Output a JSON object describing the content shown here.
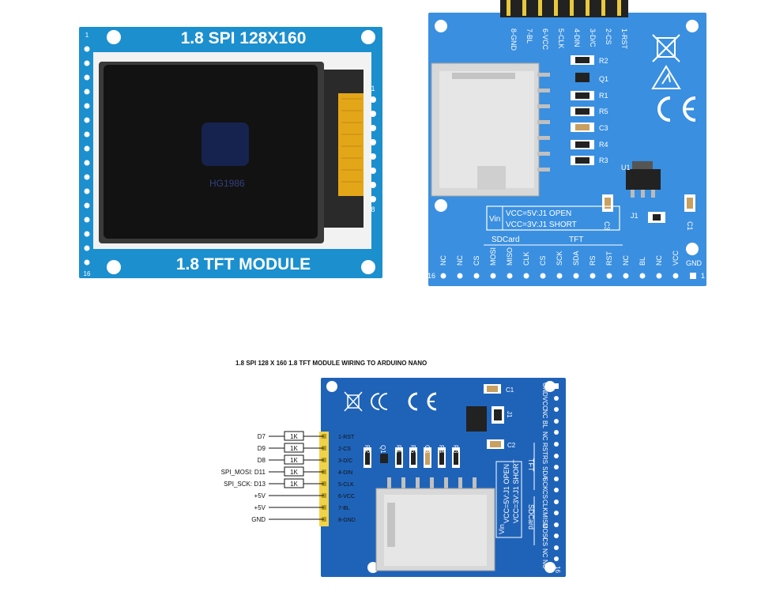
{
  "front_module": {
    "top_title": "1.8 SPI 128X160",
    "bottom_title": "1.8 TFT MODULE",
    "pin1_label": "1",
    "pin8_label": "8",
    "left_pin1": "1",
    "left_pin16": "16",
    "watermark": "HG1986"
  },
  "back_module": {
    "header_pins": [
      "8-GND",
      "7-BL",
      "6-VCC",
      "5-CLK",
      "4-DIN",
      "3-D/C",
      "2-CS",
      "1-RST"
    ],
    "components": [
      "R2",
      "Q1",
      "R1",
      "R5",
      "C3",
      "R4",
      "R3",
      "U1",
      "J1",
      "C3",
      "C1"
    ],
    "jumper_note_vin": "Vin",
    "jumper_note_5v": "VCC=5V:J1 OPEN",
    "jumper_note_3v": "VCC=3V:J1 SHORT",
    "group_sdcard": "SDCard",
    "group_tft": "TFT",
    "bottom_pins": [
      "NC",
      "NC",
      "CS",
      "MOSI",
      "MISO",
      "CLK",
      "CS",
      "SCK",
      "SDA",
      "RS",
      "RST",
      "NC",
      "BL",
      "NC",
      "VCC",
      "GND"
    ],
    "pin16": "16",
    "pin1": "1"
  },
  "wiring": {
    "title": "1.8 SPI 128 X 160  1.8 TFT MODULE WIRING TO ARDUINO NANO",
    "rows": [
      {
        "arduino": "D7",
        "resistor": "1K",
        "pin": "1-RST"
      },
      {
        "arduino": "D9",
        "resistor": "1K",
        "pin": "2-CS"
      },
      {
        "arduino": "D8",
        "resistor": "1K",
        "pin": "3-D/C"
      },
      {
        "arduino": "SPI_MOSI: D11",
        "resistor": "1K",
        "pin": "4-DIN"
      },
      {
        "arduino": "SPI_SCK: D13",
        "resistor": "1K",
        "pin": "5-CLK"
      },
      {
        "arduino": "+5V",
        "resistor": "",
        "pin": "6-VCC"
      },
      {
        "arduino": "+5V",
        "resistor": "",
        "pin": "7-BL"
      },
      {
        "arduino": "GND",
        "resistor": "",
        "pin": "8-GND"
      }
    ],
    "side_pins": [
      "GND",
      "VCC",
      "NC",
      "BL",
      "NC",
      "RST",
      "RS",
      "SDA",
      "SCK",
      "CS",
      "CLK",
      "MISO",
      "MOSI",
      "CS",
      "NC",
      "NC"
    ],
    "group_tft": "TFT",
    "group_sdcard": "SDCard",
    "jumper_vin": "Vin",
    "jumper_5v": "VCC=5V:J1 OPEN",
    "jumper_3v": "VCC=3V:J1 SHORT",
    "components": [
      "C1",
      "J1",
      "R2",
      "Q1",
      "R1",
      "R5",
      "C3",
      "R4",
      "R3",
      "C2"
    ],
    "pin16": "16"
  },
  "colors": {
    "pcb_front": "#1c8fcf",
    "pcb_back": "#3a8fe0",
    "pcb_wiring": "#1f63b8",
    "header_gold": "#e8c93c",
    "lcd_black": "#121212"
  }
}
